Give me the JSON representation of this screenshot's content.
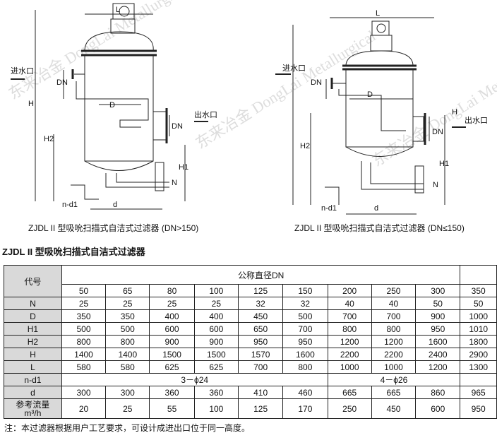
{
  "watermark": "东来冶金 DongLai Metallurgical",
  "diagram_labels": {
    "inlet": "进水口",
    "outlet": "出水口",
    "L": "L",
    "D": "D",
    "DN": "DN",
    "H": "H",
    "H1": "H1",
    "H2": "H2",
    "N": "N",
    "nd1": "n-d1",
    "d": "d"
  },
  "captions": {
    "left": "ZJDL II 型吸吮扫描式自洁式过滤器 (DN>150)",
    "right": "ZJDL II 型吸吮扫描式自洁式过滤器 (DN≤150)"
  },
  "table_title": "ZJDL II 型吸吮扫描式自洁式过滤器",
  "table": {
    "code_header": "代号",
    "group_header": "公称直径DN",
    "dn": [
      "50",
      "65",
      "80",
      "100",
      "125",
      "150",
      "200",
      "250",
      "300",
      "350"
    ],
    "rows": [
      {
        "label": "N",
        "values": [
          "25",
          "25",
          "25",
          "25",
          "32",
          "32",
          "40",
          "40",
          "50",
          "50"
        ]
      },
      {
        "label": "D",
        "values": [
          "350",
          "350",
          "400",
          "400",
          "450",
          "500",
          "700",
          "700",
          "900",
          "1000"
        ]
      },
      {
        "label": "H1",
        "values": [
          "500",
          "500",
          "600",
          "600",
          "650",
          "700",
          "800",
          "800",
          "950",
          "1010"
        ]
      },
      {
        "label": "H2",
        "values": [
          "800",
          "800",
          "900",
          "900",
          "950",
          "950",
          "1200",
          "1200",
          "1600",
          "1800"
        ]
      },
      {
        "label": "H",
        "values": [
          "1400",
          "1400",
          "1500",
          "1500",
          "1570",
          "1600",
          "2200",
          "2200",
          "2400",
          "2900"
        ]
      },
      {
        "label": "L",
        "values": [
          "580",
          "580",
          "625",
          "625",
          "700",
          "800",
          "1000",
          "1000",
          "1200",
          "1300"
        ]
      }
    ],
    "nd1": {
      "label": "n-d1",
      "group1": "3－ϕ24",
      "group2": "4－ϕ26"
    },
    "d": {
      "label": "d",
      "values": [
        "300",
        "300",
        "360",
        "360",
        "410",
        "460",
        "665",
        "665",
        "860",
        "965"
      ]
    },
    "flow": {
      "label": "参考流量",
      "unit": "m³/h",
      "values": [
        "20",
        "25",
        "55",
        "100",
        "125",
        "170",
        "250",
        "450",
        "600",
        "950"
      ]
    }
  },
  "note": "注：本过滤器根据用户工艺要求，可设计成进出口位于同一高度。"
}
